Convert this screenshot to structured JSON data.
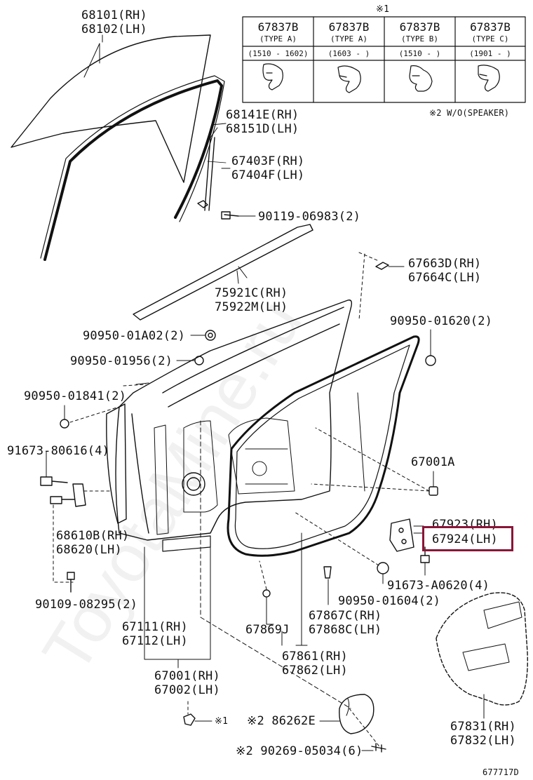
{
  "watermark": "ToyotaMine.ru",
  "diagram_code": "677717D",
  "table": {
    "note_mark": "※1",
    "columns": [
      {
        "part": "67837B",
        "type": "(TYPE A)",
        "range": "(1510 - 1602)"
      },
      {
        "part": "67837B",
        "type": "(TYPE A)",
        "range": "(1603 -      )"
      },
      {
        "part": "67837B",
        "type": "(TYPE B)",
        "range": "(1510 -      )"
      },
      {
        "part": "67837B",
        "type": "(TYPE C)",
        "range": "(1901 -      )"
      }
    ],
    "footnote": "※2 W/O(SPEAKER)"
  },
  "labels": {
    "glass": [
      "68101(RH)",
      "68102(LH)"
    ],
    "run": [
      "68141E(RH)",
      "68151D(LH)"
    ],
    "channel": [
      "67403F(RH)",
      "67404F(LH)"
    ],
    "bolt1": "90119-06983(2)",
    "cover": [
      "67663D(RH)",
      "67664C(LH)"
    ],
    "weatherstrip_belt": [
      "75921C(RH)",
      "75922M(LH)"
    ],
    "plug1": "90950-01A02(2)",
    "plug2": "90950-01956(2)",
    "plug3": "90950-01620(2)",
    "plug4": "90950-01841(2)",
    "bolt2": "91673-80616(4)",
    "door_ws": "67001A",
    "hinge": [
      "68610B(RH)",
      "68620(LH)"
    ],
    "bracket": [
      "67923(RH)",
      "67924(LH)"
    ],
    "bolt3": "91673-A0620(4)",
    "screw": "90109-08295(2)",
    "plug5": "90950-01604(2)",
    "panel": [
      "67111(RH)",
      "67112(LH)"
    ],
    "clip_j": "67869J",
    "pad": [
      "67867C(RH)",
      "67868C(LH)"
    ],
    "seal": [
      "67861(RH)",
      "67862(LH)"
    ],
    "door": [
      "67001(RH)",
      "67002(LH)"
    ],
    "x1": "※1",
    "hole_cover": "※2 86262E",
    "bolt4": "※2 90269-05034(6)",
    "service_cover": [
      "67831(RH)",
      "67832(LH)"
    ]
  }
}
